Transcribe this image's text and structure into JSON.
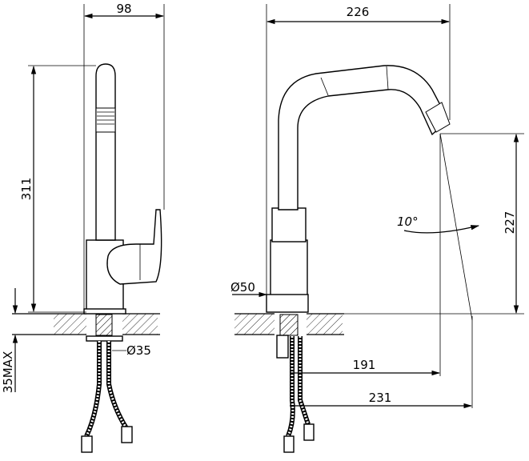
{
  "dimensions": {
    "front_width": "98",
    "front_height": "311",
    "hole_diameter": "Ø35",
    "deck_thickness_max": "35MAX",
    "side_width": "226",
    "base_diameter": "Ø50",
    "spout_height": "227",
    "swivel_angle": "10°",
    "reach_191": "191",
    "reach_231": "231"
  }
}
